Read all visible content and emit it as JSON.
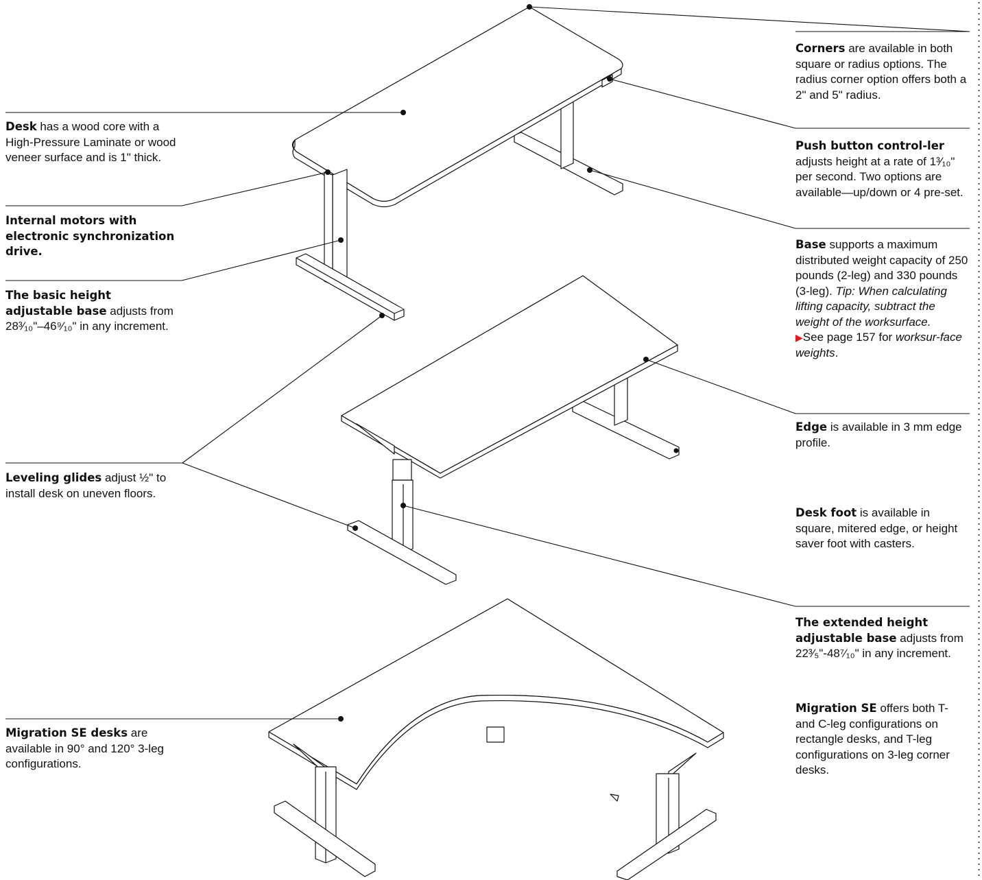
{
  "callouts": {
    "corners": {
      "title": "Corners",
      "text": " are available in both square or radius options. The radius corner option offers both a 2\" and 5\" radius."
    },
    "push_button": {
      "title": "Push button control-ler",
      "text": " adjusts height at a rate of 1³⁄₁₀\" per second. Two options are available—up/down or 4 pre-set."
    },
    "base": {
      "title": "Base",
      "text": " supports a maximum distributed weight capacity of 250 pounds (2-leg) and 330 pounds (3-leg).",
      "tip": "Tip: When calculating lifting capacity, subtract the weight of the worksurface.",
      "see_prefix": "See page 157 for ",
      "see_link": "worksur-face weights",
      "see_suffix": "."
    },
    "edge": {
      "title": "Edge",
      "text": " is available in 3 mm edge profile."
    },
    "desk_foot": {
      "title": "Desk foot",
      "text": " is available in square, mitered edge, or height saver foot with casters."
    },
    "extended_base": {
      "title": "The extended height adjustable base",
      "text": " adjusts from 22³⁄₅\"-48⁷⁄₁₀\" in any increment."
    },
    "migration_se": {
      "title": "Migration SE",
      "text": " offers both T- and C-leg configurations on rectangle desks, and T-leg configurations on 3-leg corner desks."
    },
    "desk": {
      "title": "Desk",
      "text": " has a wood core with a High-Pressure Laminate or wood veneer surface and is 1\" thick."
    },
    "internal_motors": {
      "title": "Internal motors with electronic synchronization drive.",
      "text": ""
    },
    "basic_base": {
      "title": "The basic height adjustable base",
      "text": " adjusts from 28³⁄₁₀\"–46⁹⁄₁₀\" in any increment."
    },
    "leveling_glides": {
      "title": "Leveling glides",
      "text": " adjust ½\" to install desk on uneven floors."
    },
    "migration_desks": {
      "title": "Migration SE desks",
      "text": " are available in 90° and 120° 3-leg configurations."
    }
  },
  "icons": {
    "see_arrow": "red-triangle-arrow-icon"
  }
}
